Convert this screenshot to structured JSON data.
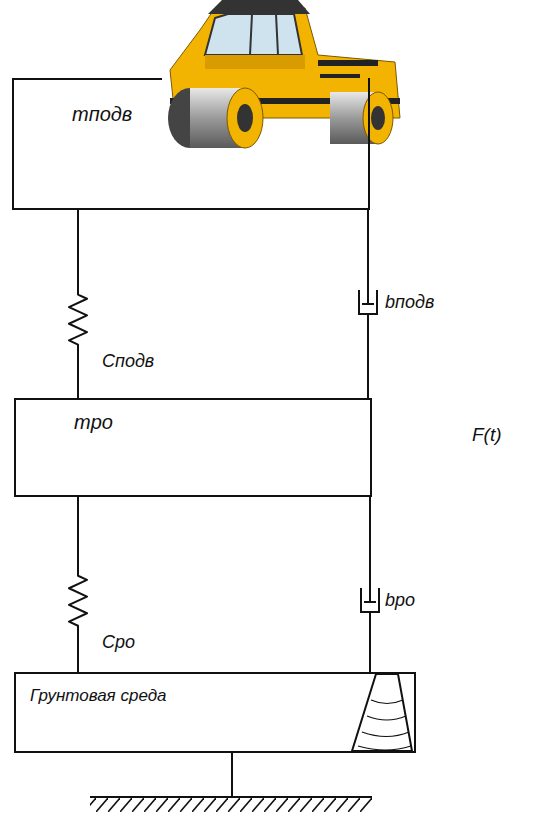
{
  "diagram": {
    "nodes": [
      {
        "text": [
          "mподв"
        ]
      },
      {
        "text": [
          "mро"
        ]
      },
      {
        "text": [
          "Грунтовая среда"
        ]
      }
    ],
    "edges": [
      {
        "from": 0,
        "to": 1,
        "arrow": "none",
        "label": "Cподв"
      },
      {
        "from": 0,
        "to": 1,
        "arrow": "none",
        "label": "bподв"
      },
      {
        "from": 1,
        "to": 2,
        "arrow": "none",
        "label": "Cро"
      },
      {
        "from": 1,
        "to": 2,
        "arrow": "none",
        "label": "bро"
      }
    ],
    "labels": [
      "F(t)"
    ]
  }
}
